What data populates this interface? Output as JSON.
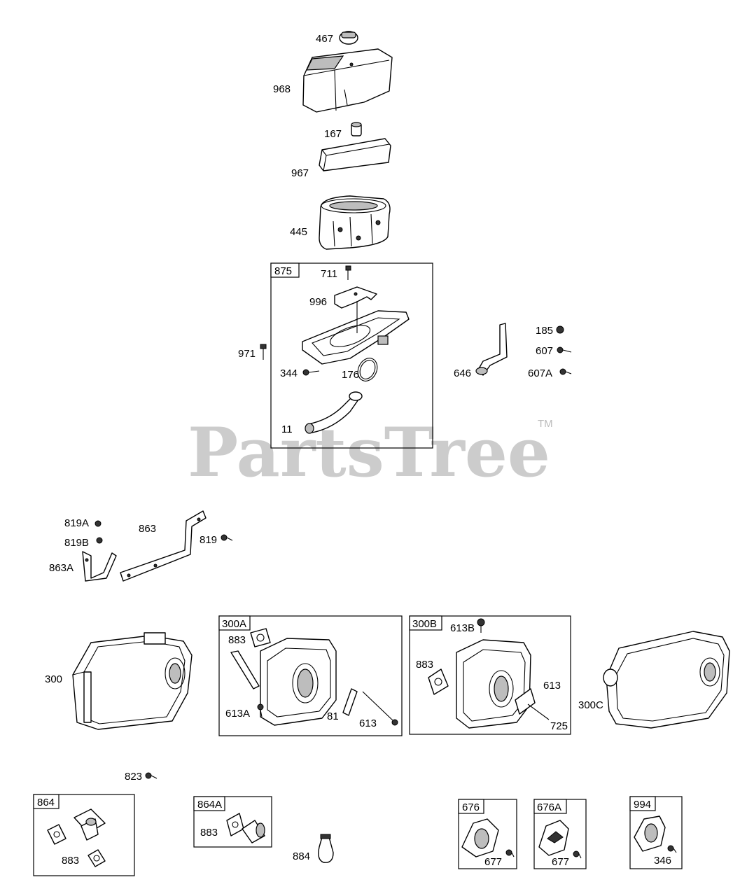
{
  "watermark": {
    "brand": "PartsTree",
    "trademark": "TM"
  },
  "callouts": {
    "p467": "467",
    "p968": "968",
    "p167": "167",
    "p967": "967",
    "p445": "445",
    "p711": "711",
    "p996": "996",
    "p971": "971",
    "p344": "344",
    "p176": "176",
    "p11": "11",
    "p185": "185",
    "p607": "607",
    "p607A": "607A",
    "p646": "646",
    "p819A": "819A",
    "p819B": "819B",
    "p863": "863",
    "p863A": "863A",
    "p819": "819",
    "p300": "300",
    "p300A_883": "883",
    "p613A": "613A",
    "p81": "81",
    "p300A_613": "613",
    "p613B": "613B",
    "p300B_883": "883",
    "p300B_613": "613",
    "p725": "725",
    "p300C": "300C",
    "p823": "823",
    "p864_883": "883",
    "p864A_883": "883",
    "p884": "884",
    "p676_677": "677",
    "p676A_677": "677",
    "p994_346": "346"
  },
  "groups": {
    "g875": "875",
    "g300A": "300A",
    "g300B": "300B",
    "g864": "864",
    "g864A": "864A",
    "g676": "676",
    "g676A": "676A",
    "g994": "994"
  }
}
